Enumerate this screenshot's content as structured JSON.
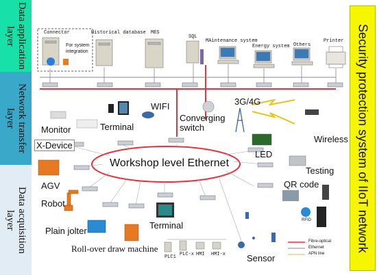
{
  "layers": {
    "application": "Data application\nlayer",
    "network": "Network transfer\nlayer",
    "acquisition": "Data acquisition\nlayer"
  },
  "security": "Security protection system of IIoT network",
  "servers": {
    "connector": "Connector",
    "system_integration": "For system\nintegration",
    "historical_db": "Historical database",
    "mes": "MES",
    "sql": "SQL",
    "maintenance": "MAintenance system",
    "energy": "Energy system",
    "others": "Others",
    "printer": "Printer"
  },
  "network": {
    "wifi": "WIFI",
    "terminal_top": "Terminal",
    "monitor": "Monitor",
    "x_device": "X-Device",
    "converging_switch": "Converging\nswitch",
    "cellular": "3G/4G",
    "wireless": "Wireless",
    "led": "LED",
    "testing": "Testing",
    "qr_code": "QR code",
    "rfid": "RFID",
    "ethernet": "Workshop level Ethernet"
  },
  "devices": {
    "agv": "AGV",
    "robot": "Robot",
    "plain_jolter": "Plain jolter",
    "rollover": "Roll-over draw machine",
    "terminal_bottom": "Terminal",
    "plc1": "PLC1",
    "plc_x": "PLC-x",
    "hmi": "HMI",
    "hmi_x": "HMI-x",
    "sensor": "Sensor"
  },
  "legend": [
    {
      "label": "Fibre-optical",
      "color": "#e8323c"
    },
    {
      "label": "Ethernet",
      "color": "#8a8a8a"
    },
    {
      "label": "APN line",
      "color": "#d9b35a"
    }
  ],
  "colors": {
    "application_band": "#17e0a8",
    "network_band": "#3aa8c8",
    "acquisition_band": "#e2ecf4",
    "security_band": "#f6f600",
    "fibre": "#e8323c"
  }
}
